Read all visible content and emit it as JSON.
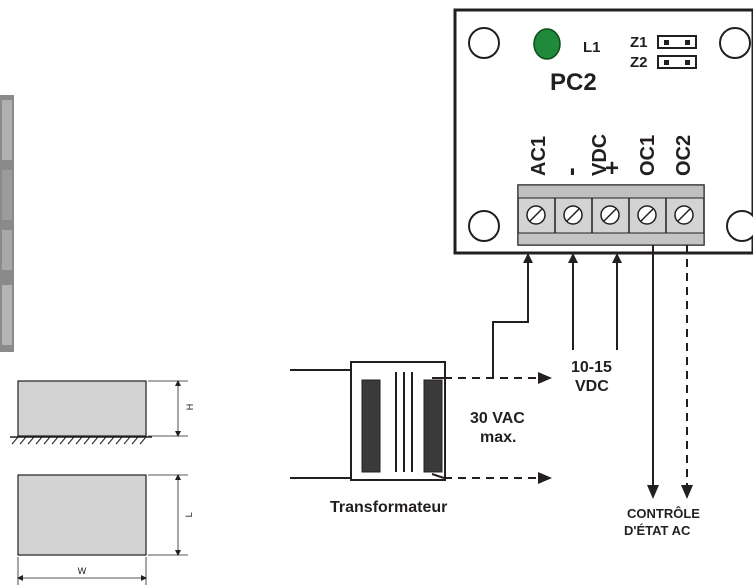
{
  "board": {
    "title": "PC2",
    "led_label": "L1",
    "led_color": "#1f8a3a",
    "jumpers": [
      {
        "label": "Z1"
      },
      {
        "label": "Z2"
      }
    ],
    "terminals": [
      {
        "label": "AC1"
      },
      {
        "label": "-"
      },
      {
        "label": "VDC"
      },
      {
        "label": "+"
      },
      {
        "label": "OC1"
      },
      {
        "label": "OC2"
      }
    ]
  },
  "wiring": {
    "supply_label_line1": "10-15",
    "supply_label_line2": "VDC",
    "ac_voltage_line1": "30 VAC",
    "ac_voltage_line2": "max.",
    "transformer_label": "Transformateur",
    "status_label_line1": "CONTRÔLE",
    "status_label_line2": "D'ÉTAT AC"
  },
  "dimensions": {
    "height_label": "H",
    "length_label": "L",
    "width_label": "W"
  }
}
